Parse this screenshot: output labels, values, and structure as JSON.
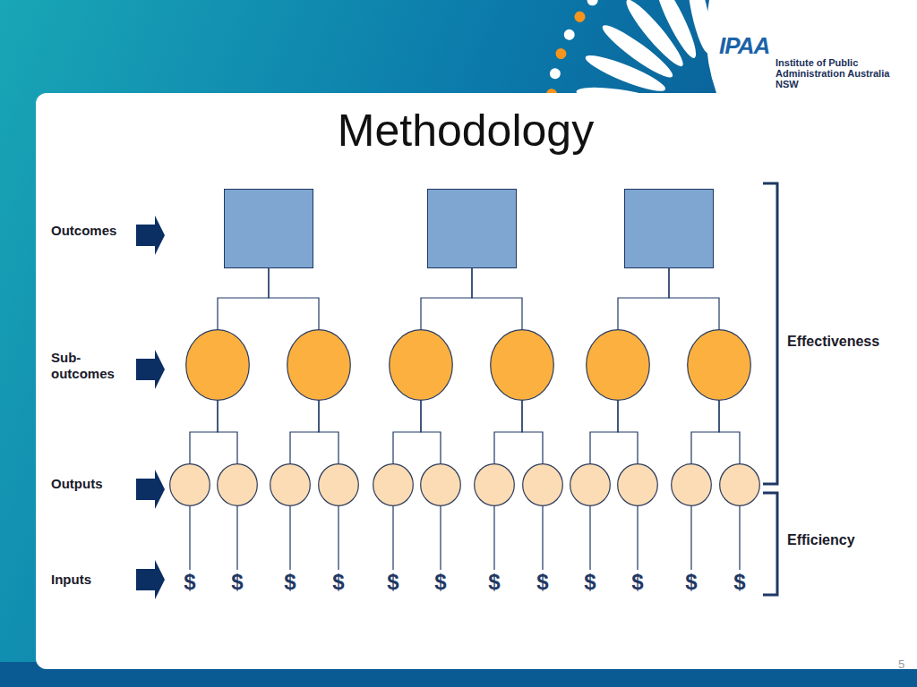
{
  "diagram": {
    "title": "Methodology",
    "nodes": [
      {
        "text": []
      },
      {
        "text": []
      },
      {
        "text": []
      },
      {
        "text": []
      },
      {
        "text": []
      },
      {
        "text": []
      },
      {
        "text": []
      },
      {
        "text": []
      },
      {
        "text": []
      },
      {
        "text": []
      },
      {
        "text": []
      },
      {
        "text": []
      },
      {
        "text": []
      },
      {
        "text": []
      },
      {
        "text": []
      },
      {
        "text": []
      },
      {
        "text": []
      },
      {
        "text": []
      },
      {
        "text": []
      },
      {
        "text": []
      },
      {
        "text": []
      },
      {
        "text": [
          "$"
        ]
      },
      {
        "text": [
          "$"
        ]
      },
      {
        "text": [
          "$"
        ]
      },
      {
        "text": [
          "$"
        ]
      },
      {
        "text": [
          "$"
        ]
      },
      {
        "text": [
          "$"
        ]
      },
      {
        "text": [
          "$"
        ]
      },
      {
        "text": [
          "$"
        ]
      },
      {
        "text": [
          "$"
        ]
      },
      {
        "text": [
          "$"
        ]
      },
      {
        "text": [
          "$"
        ]
      },
      {
        "text": [
          "$"
        ]
      }
    ],
    "edges": [
      {
        "from": 0,
        "to": 3,
        "arrow": "none"
      },
      {
        "from": 0,
        "to": 4,
        "arrow": "none"
      },
      {
        "from": 1,
        "to": 5,
        "arrow": "none"
      },
      {
        "from": 1,
        "to": 6,
        "arrow": "none"
      },
      {
        "from": 2,
        "to": 7,
        "arrow": "none"
      },
      {
        "from": 2,
        "to": 8,
        "arrow": "none"
      },
      {
        "from": 3,
        "to": 9,
        "arrow": "none"
      },
      {
        "from": 3,
        "to": 10,
        "arrow": "none"
      },
      {
        "from": 4,
        "to": 11,
        "arrow": "none"
      },
      {
        "from": 4,
        "to": 12,
        "arrow": "none"
      },
      {
        "from": 5,
        "to": 13,
        "arrow": "none"
      },
      {
        "from": 5,
        "to": 14,
        "arrow": "none"
      },
      {
        "from": 6,
        "to": 15,
        "arrow": "none"
      },
      {
        "from": 6,
        "to": 16,
        "arrow": "none"
      },
      {
        "from": 7,
        "to": 17,
        "arrow": "none"
      },
      {
        "from": 7,
        "to": 18,
        "arrow": "none"
      },
      {
        "from": 8,
        "to": 19,
        "arrow": "none"
      },
      {
        "from": 8,
        "to": 20,
        "arrow": "none"
      },
      {
        "from": 9,
        "to": 21,
        "arrow": "none"
      },
      {
        "from": 10,
        "to": 22,
        "arrow": "none"
      },
      {
        "from": 11,
        "to": 23,
        "arrow": "none"
      },
      {
        "from": 12,
        "to": 24,
        "arrow": "none"
      },
      {
        "from": 13,
        "to": 25,
        "arrow": "none"
      },
      {
        "from": 14,
        "to": 26,
        "arrow": "none"
      },
      {
        "from": 15,
        "to": 27,
        "arrow": "none"
      },
      {
        "from": 16,
        "to": 28,
        "arrow": "none"
      },
      {
        "from": 17,
        "to": 29,
        "arrow": "none"
      },
      {
        "from": 18,
        "to": 30,
        "arrow": "none"
      },
      {
        "from": 19,
        "to": 31,
        "arrow": "none"
      },
      {
        "from": 20,
        "to": 32,
        "arrow": "none"
      }
    ],
    "labels": [
      "Outcomes",
      "Sub- outcomes",
      "Outputs",
      "Inputs",
      "Effectiveness",
      "Efficiency",
      "IPAA",
      "Institute of Public Administration Australia NSW",
      "5"
    ]
  }
}
